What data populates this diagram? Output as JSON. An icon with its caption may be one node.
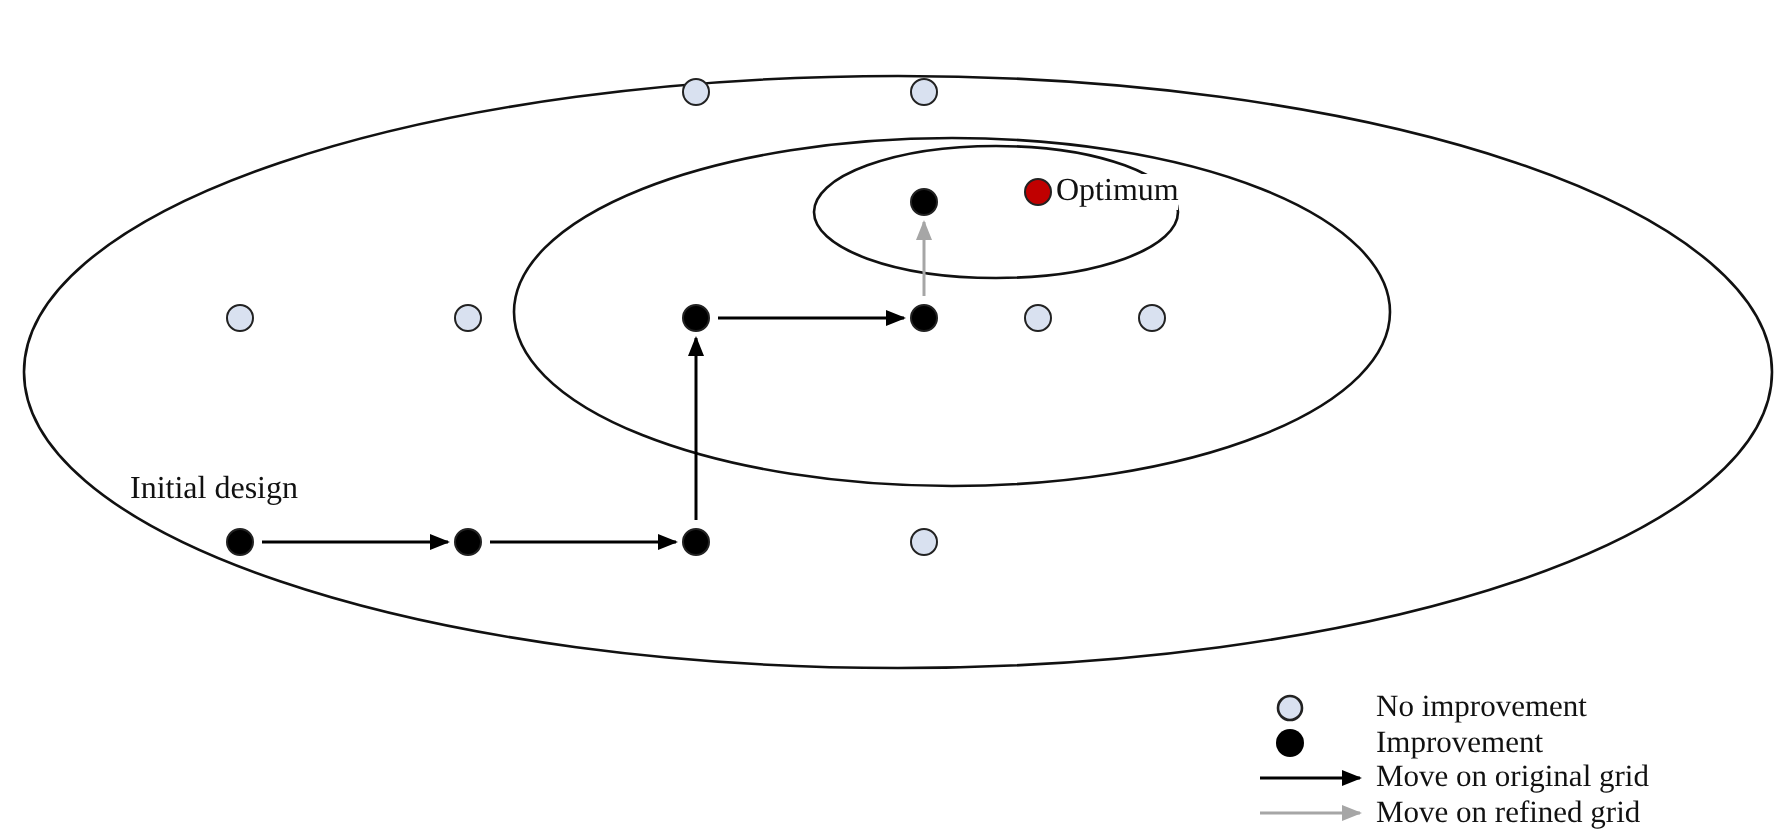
{
  "diagram": {
    "nodes": [
      {
        "text": [],
        "shape": "circle"
      },
      {
        "text": [],
        "shape": "circle"
      },
      {
        "text": [],
        "shape": "circle"
      },
      {
        "text": [],
        "shape": "circle",
        "beside": [
          "Optimum"
        ]
      },
      {
        "text": [],
        "shape": "circle"
      },
      {
        "text": [],
        "shape": "circle"
      },
      {
        "text": [],
        "shape": "circle"
      },
      {
        "text": [],
        "shape": "circle"
      },
      {
        "text": [],
        "shape": "circle"
      },
      {
        "text": [],
        "shape": "circle"
      },
      {
        "text": [],
        "shape": "circle",
        "beside": [
          "Initial design"
        ]
      },
      {
        "text": [],
        "shape": "circle"
      },
      {
        "text": [],
        "shape": "circle"
      },
      {
        "text": [],
        "shape": "circle"
      }
    ],
    "edges": [
      {
        "from": 10,
        "to": 11,
        "arrow": "to"
      },
      {
        "from": 11,
        "to": 12,
        "arrow": "to"
      },
      {
        "from": 12,
        "to": 6,
        "arrow": "to"
      },
      {
        "from": 6,
        "to": 7,
        "arrow": "to"
      },
      {
        "from": 7,
        "to": 2,
        "arrow": "to",
        "color": "#a6a6a6"
      }
    ],
    "legend": [
      {
        "text": "No improvement"
      },
      {
        "text": "Improvement"
      },
      {
        "text": "Move on original grid"
      },
      {
        "text": "Move on refined grid"
      }
    ]
  }
}
